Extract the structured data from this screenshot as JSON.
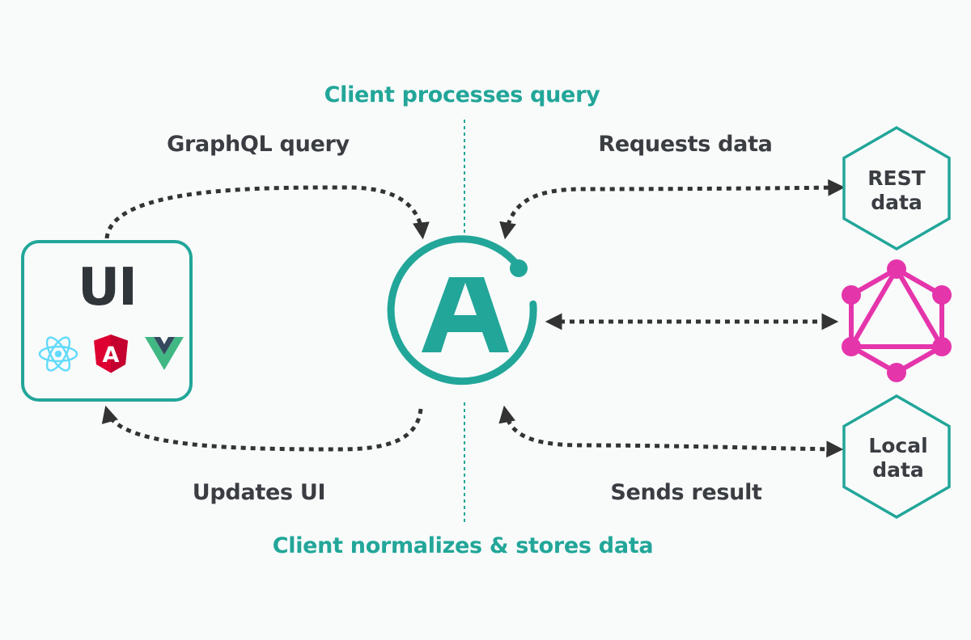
{
  "labels": {
    "top_center": "Client processes query",
    "bottom_center": "Client normalizes & stores data",
    "graphql_query": "GraphQL query",
    "requests_data": "Requests data",
    "updates_ui": "Updates UI",
    "sends_result": "Sends result"
  },
  "ui_box": {
    "title": "UI",
    "framework_icons": [
      "react-icon",
      "angular-icon",
      "vue-icon"
    ],
    "angular_letter": "A"
  },
  "apollo": {
    "icon": "apollo-logo-icon",
    "letter": "A"
  },
  "data_sources": {
    "rest": {
      "line1": "REST",
      "line2": "data"
    },
    "graphql": {
      "icon": "graphql-logo-icon"
    },
    "local": {
      "line1": "Local",
      "line2": "data"
    }
  },
  "colors": {
    "teal": "#22a699",
    "dark_text": "#3a3e42",
    "arrow": "#333333",
    "graphql_pink": "#e535ab",
    "react_blue": "#61dafb",
    "angular_red": "#dd0031",
    "vue_green": "#41b883",
    "vue_dark": "#35495e"
  }
}
